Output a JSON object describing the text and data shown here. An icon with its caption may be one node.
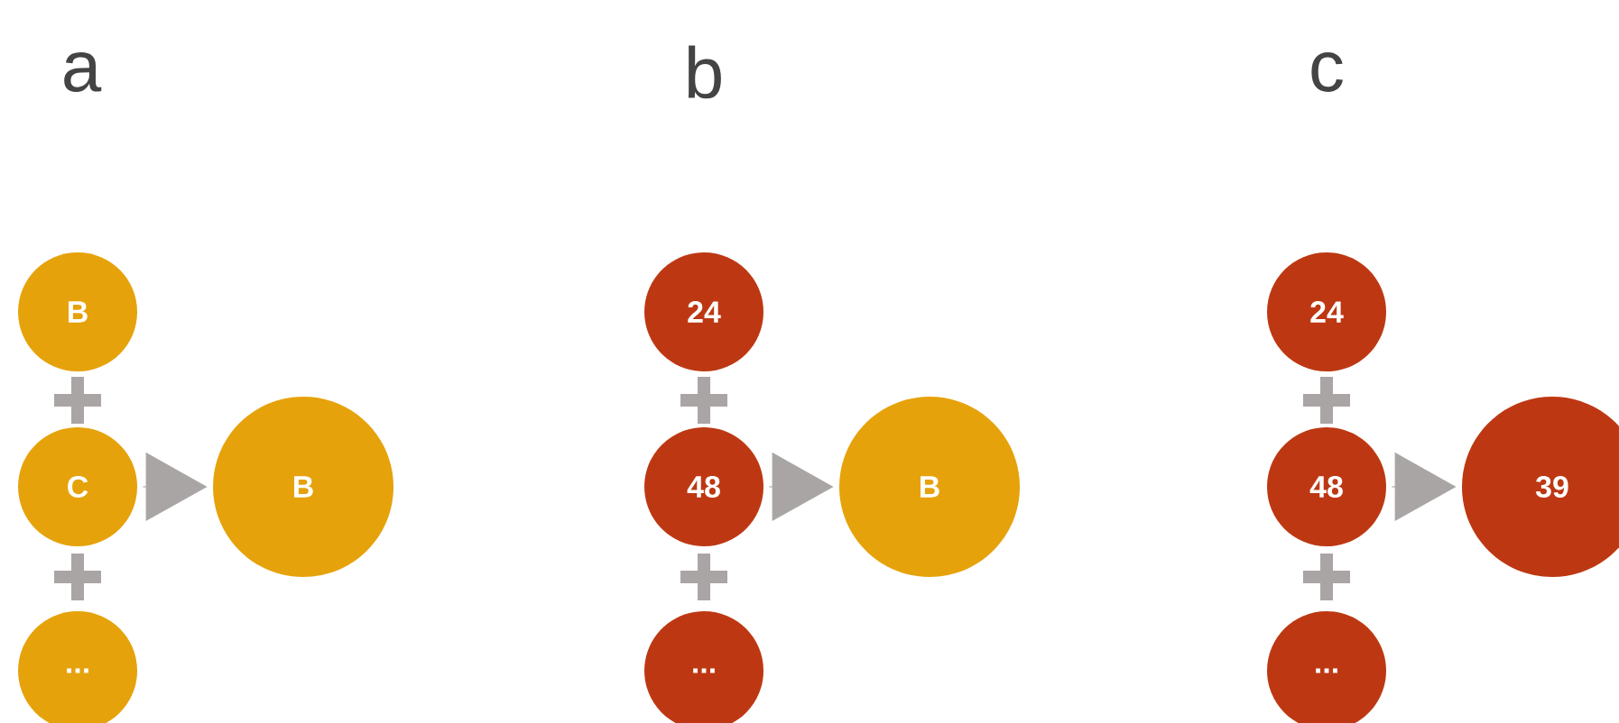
{
  "diagram": {
    "nodes": [
      {
        "text": [
          "B"
        ]
      },
      {
        "text": [
          "C"
        ]
      },
      {
        "text": [
          "..."
        ]
      },
      {
        "text": [
          "B"
        ]
      },
      {
        "text": [
          "24"
        ]
      },
      {
        "text": [
          "48"
        ]
      },
      {
        "text": [
          "..."
        ]
      },
      {
        "text": [
          "B"
        ]
      },
      {
        "text": [
          "24"
        ]
      },
      {
        "text": [
          "48"
        ]
      },
      {
        "text": [
          "..."
        ]
      },
      {
        "text": [
          "39"
        ]
      }
    ],
    "edges": [
      {
        "from": 1,
        "to": 3,
        "arrow": "to"
      },
      {
        "from": 5,
        "to": 7,
        "arrow": "to"
      },
      {
        "from": 9,
        "to": 11,
        "arrow": "to"
      }
    ],
    "labels": [
      "a",
      "b",
      "c"
    ]
  }
}
